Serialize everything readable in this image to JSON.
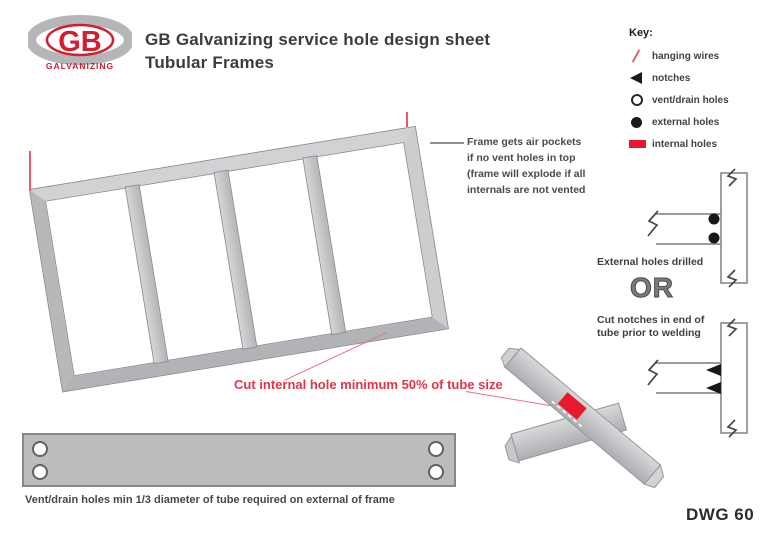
{
  "title": {
    "line1": "GB Galvanizing service hole design sheet",
    "line2": "Tubular Frames"
  },
  "logo": {
    "initials": "GB",
    "wordmark": "GALVANIZING"
  },
  "key": {
    "heading": "Key:",
    "items": [
      {
        "icon": "hanging-wire-icon",
        "label": "hanging wires"
      },
      {
        "icon": "notch-icon",
        "label": "notches"
      },
      {
        "icon": "vent-drain-hole-icon",
        "label": "vent/drain holes"
      },
      {
        "icon": "external-hole-icon",
        "label": "external holes"
      },
      {
        "icon": "internal-hole-icon",
        "label": "internal holes"
      }
    ]
  },
  "frame_note": {
    "line1": "Frame gets air pockets",
    "line2": "if no vent holes in top",
    "line3": "(frame will explode if all",
    "line4": "internals are not vented"
  },
  "internal_hole_note": "Cut internal hole minimum 50% of tube size",
  "right_panel": {
    "external_holes_label": "External holes drilled",
    "or_label": "OR",
    "notches_note_line1": "Cut notches in end of",
    "notches_note_line2": "tube prior to welding"
  },
  "bottom_note": "Vent/drain holes min 1/3 diameter of tube required on external of frame",
  "drawing_number": "DWG 60",
  "colors": {
    "accent_red": "#e8192c",
    "note_red": "#e23349",
    "wire_pink": "#ec5a70",
    "tube_gray": "#c3c5c7",
    "tube_edge": "#8e9094",
    "text_dark": "#3f3f42",
    "background": "#ffffff"
  }
}
